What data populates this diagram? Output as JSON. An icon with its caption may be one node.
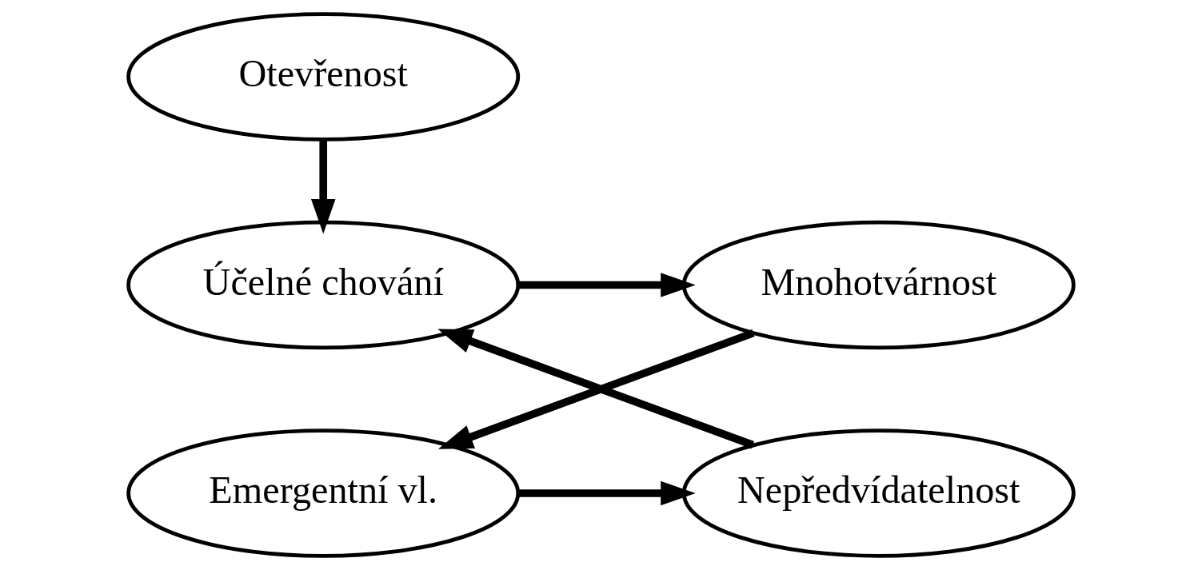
{
  "diagram": {
    "nodes": [
      {
        "text": [
          "Otevřenost"
        ]
      },
      {
        "text": [
          "Účelné chování"
        ]
      },
      {
        "text": [
          "Mnohotvárnost"
        ]
      },
      {
        "text": [
          "Emergentní vl."
        ]
      },
      {
        "text": [
          "Nepředvídatelnost"
        ]
      }
    ],
    "edges": [
      {
        "from": 0,
        "to": 1,
        "arrow": "to"
      },
      {
        "from": 1,
        "to": 2,
        "arrow": "to"
      },
      {
        "from": 2,
        "to": 3,
        "arrow": "to"
      },
      {
        "from": 3,
        "to": 4,
        "arrow": "to"
      },
      {
        "from": 4,
        "to": 1,
        "arrow": "to"
      }
    ]
  }
}
